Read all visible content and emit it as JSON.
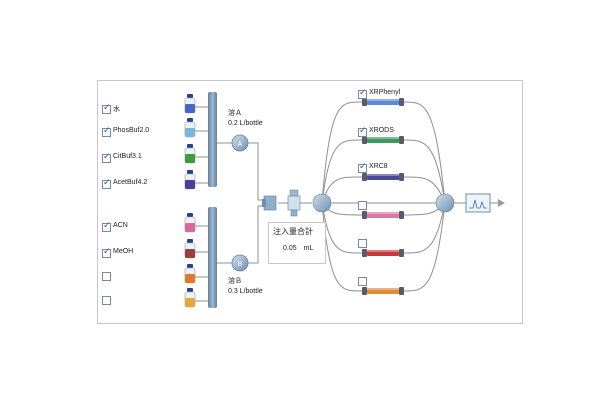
{
  "solvents_a": [
    {
      "label": "水",
      "checked": true,
      "color": "#4a66c8"
    },
    {
      "label": "PhosBuf2.0",
      "checked": true,
      "color": "#78b8d8"
    },
    {
      "label": "CitBuf3.1",
      "checked": true,
      "color": "#3f9a3f"
    },
    {
      "label": "AcetBuf4.2",
      "checked": true,
      "color": "#4a3f9a"
    }
  ],
  "solvents_b": [
    {
      "label": "ACN",
      "checked": true,
      "color": "#d86a9a"
    },
    {
      "label": "MeOH",
      "checked": true,
      "color": "#9a3f3f"
    },
    {
      "label": "",
      "checked": false,
      "color": "#e07a2a"
    },
    {
      "label": "",
      "checked": false,
      "color": "#e0a83f"
    }
  ],
  "pump_a": {
    "name": "溶Ａ",
    "flow": "0.2 L/bottle",
    "letter": "A"
  },
  "pump_b": {
    "name": "溶Ｂ",
    "flow": "0.3 L/bottle",
    "letter": "B"
  },
  "injector": {
    "title": "注入量合計",
    "value": "0.05　mL"
  },
  "columns": [
    {
      "label": "XRPhenyl",
      "checked": true,
      "color": "#5a8ad8"
    },
    {
      "label": "XRODS",
      "checked": true,
      "color": "#3a9a5a"
    },
    {
      "label": "XRC8",
      "checked": true,
      "color": "#4a4a9a"
    },
    {
      "label": "",
      "checked": false,
      "color": "#d87aa8"
    },
    {
      "label": "",
      "checked": false,
      "color": "#c83a3a"
    },
    {
      "label": "",
      "checked": false,
      "color": "#e08a3a"
    }
  ],
  "colors": {
    "pipe": "#909090",
    "manifold": "#6f8fae",
    "valve": "#7fa5c4"
  }
}
